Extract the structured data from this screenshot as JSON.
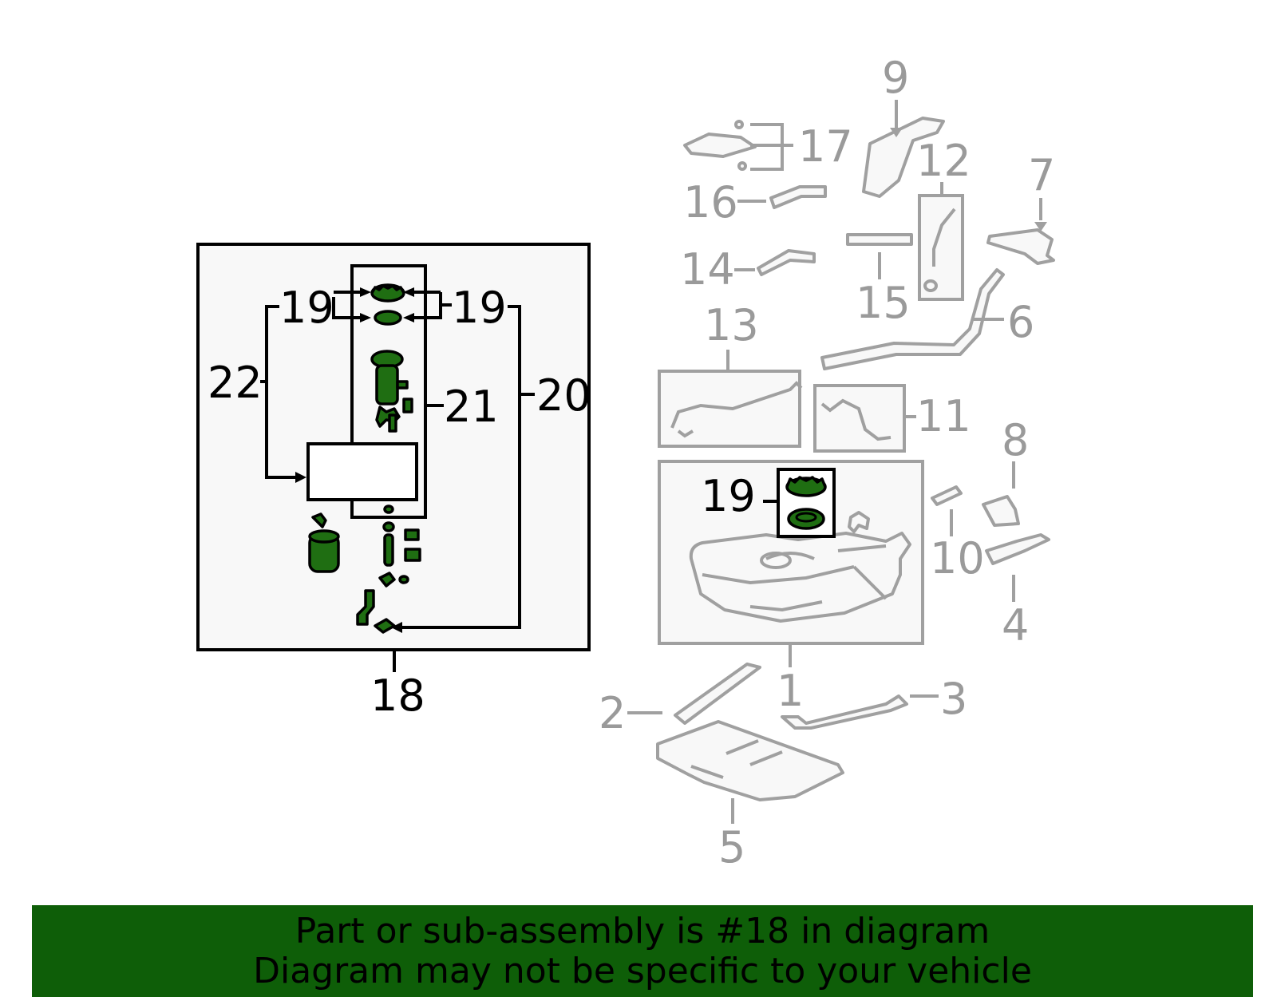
{
  "callouts": {
    "n1": "1",
    "n2": "2",
    "n3": "3",
    "n4": "4",
    "n5": "5",
    "n6": "6",
    "n7": "7",
    "n8": "8",
    "n9": "9",
    "n10": "10",
    "n11": "11",
    "n12": "12",
    "n13": "13",
    "n14": "14",
    "n15": "15",
    "n16": "16",
    "n17": "17",
    "n18": "18",
    "n19": "19",
    "n20": "20",
    "n21": "21",
    "n22": "22"
  },
  "banner": {
    "line1": "Part or sub-assembly is #18 in diagram",
    "line2": "Diagram may not be specific to your vehicle"
  },
  "colors": {
    "highlight": "#1f6e12",
    "banner_bg": "#0e5e08",
    "gray": "#9a9a9a"
  }
}
